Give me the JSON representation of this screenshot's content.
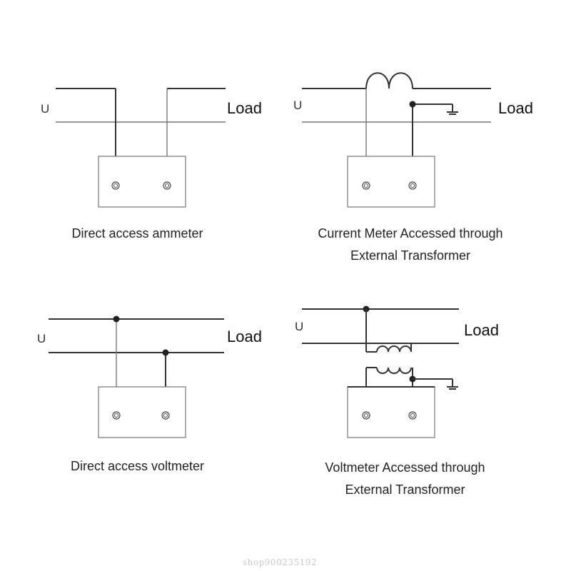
{
  "panels": [
    {
      "id": "direct-ammeter",
      "u_label": "U",
      "load_label": "Load",
      "caption_lines": [
        "Direct access ammeter"
      ]
    },
    {
      "id": "ct-ammeter",
      "u_label": "U",
      "load_label": "Load",
      "caption_lines": [
        "Current Meter Accessed through",
        "External Transformer"
      ]
    },
    {
      "id": "direct-voltmeter",
      "u_label": "U",
      "load_label": "Load",
      "caption_lines": [
        "Direct access voltmeter"
      ]
    },
    {
      "id": "vt-voltmeter",
      "u_label": "U",
      "load_label": "Load",
      "caption_lines": [
        "Voltmeter Accessed through",
        "External Transformer"
      ]
    }
  ],
  "watermark": "shop900235192"
}
